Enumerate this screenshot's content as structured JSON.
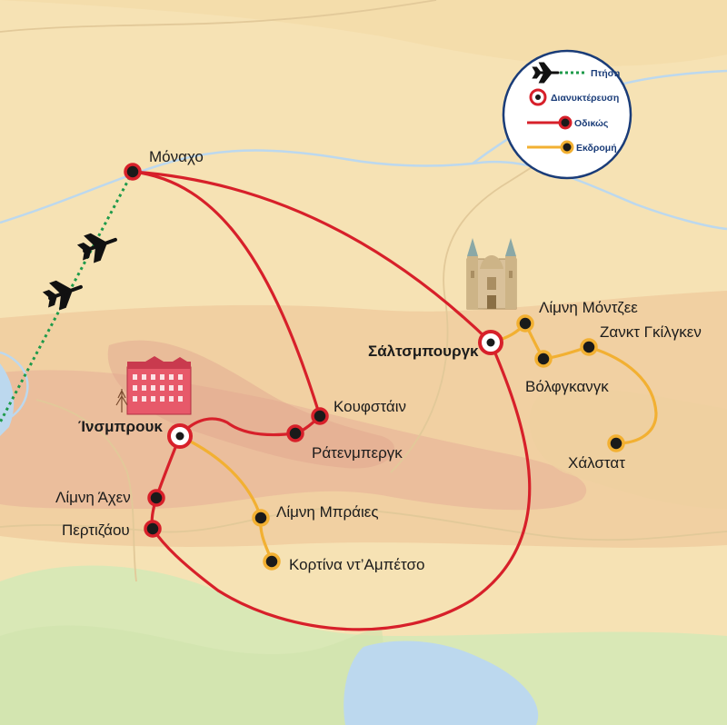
{
  "legend": {
    "flight": "Πτήση",
    "overnight": "Διανυκτέρευση",
    "road": "Οδικώς",
    "excursion": "Εκδρομή"
  },
  "cities": {
    "munich": "Μόναχο",
    "salzburg": "Σάλτσμπουργκ",
    "innsbruck": "Ίνσμπρουκ",
    "kufstein": "Κουφστάιν",
    "rattenberg": "Ράτενμπεργκ",
    "achensee": "Λίμνη Άχεν",
    "pertisau": "Περτιζάου",
    "braies": "Λίμνη Μπράιες",
    "cortina": "Κορτίνα ντ’Αμπέτσο",
    "mondsee": "Λίμνη Μόντζεε",
    "stgilgen": "Ζανκτ Γκίλγκεν",
    "wolfgang": "Βόλφγκανγκ",
    "hallstatt": "Χάλστατ"
  },
  "colors": {
    "road": "#d7202a",
    "excursion": "#f2b032",
    "flight": "#1e9a4a",
    "river": "#bcd8ee",
    "legend_text": "#1a3c78"
  },
  "icons": [
    "airplane-icon",
    "salzburg-cathedral-icon",
    "innsbruck-building-icon"
  ]
}
